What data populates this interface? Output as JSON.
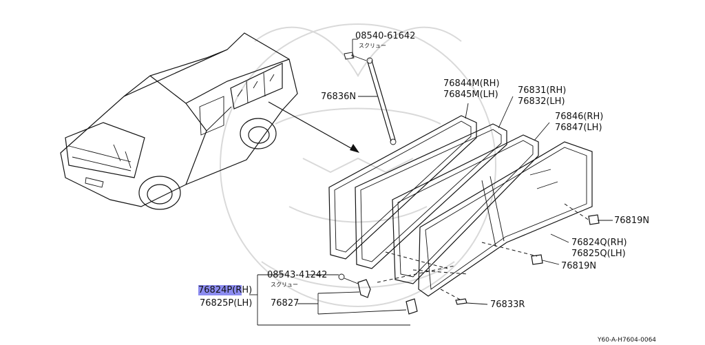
{
  "diagram": {
    "footer_code": "Y60-A-H7604-0064",
    "parts": {
      "screw_top": {
        "number": "08540-61642",
        "note": "スクリュー"
      },
      "strut": {
        "number": "76836N"
      },
      "molding_1": {
        "rh": "76844M(RH)",
        "lh": "76845M(LH)"
      },
      "molding_2": {
        "rh": "76831(RH)",
        "lh": "76832(LH)"
      },
      "molding_3": {
        "rh": "76846(RH)",
        "lh": "76847(LH)"
      },
      "clip_upper": {
        "number": "76819N"
      },
      "glass": {
        "rh": "76824Q(RH)",
        "lh": "76825Q(LH)"
      },
      "clip_lower": {
        "number": "76819N"
      },
      "screw_bottom": {
        "number": "08543-41242",
        "note": "スクリュー"
      },
      "assembly": {
        "rh_highlight": "76824P(R",
        "rh_rest": "H)",
        "lh": "76825P(LH)"
      },
      "latch": {
        "number": "76827"
      },
      "pad": {
        "number": "76833R"
      }
    }
  }
}
